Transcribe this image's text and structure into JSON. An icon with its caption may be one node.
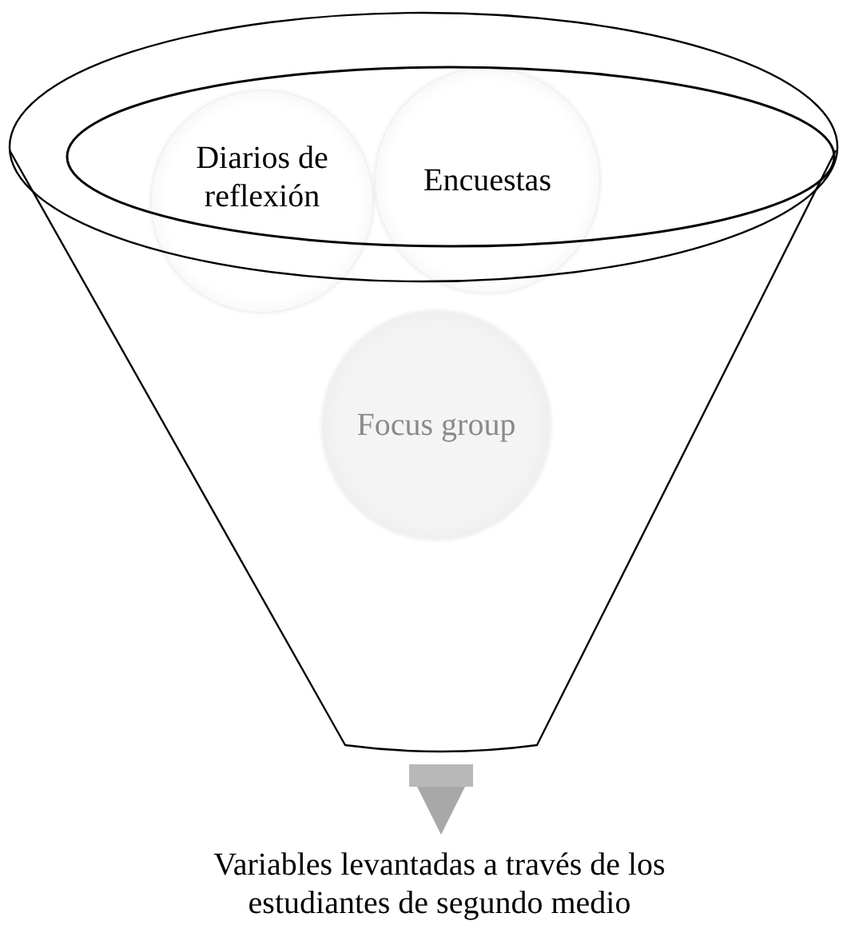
{
  "diagram": {
    "nodes": [
      {
        "text": [],
        "shape": "funnel"
      },
      {
        "text": [
          "Diarios de reflexión"
        ],
        "in": 0
      },
      {
        "text": [
          "Encuestas"
        ],
        "in": 0
      },
      {
        "text": [
          "Focus group"
        ],
        "in": 0
      },
      {
        "text": [
          "Variables levantadas a través de los estudiantes de segundo medio"
        ]
      }
    ],
    "edges": [
      {
        "from": 0,
        "to": 4,
        "arrow": "to"
      }
    ]
  }
}
